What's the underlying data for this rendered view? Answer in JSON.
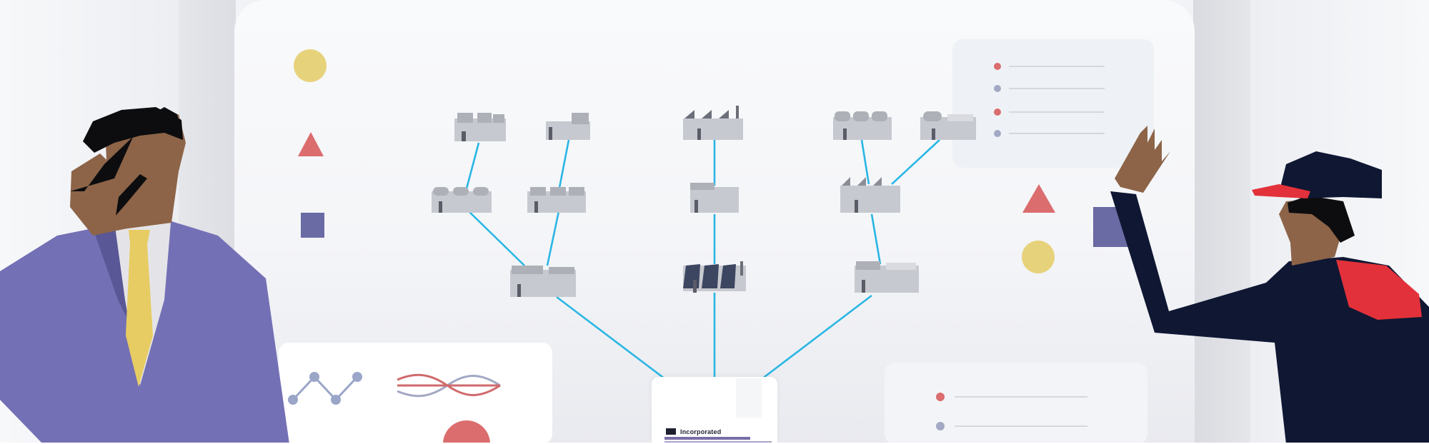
{
  "scene": {
    "hub_label": "Incorporated"
  },
  "colors": {
    "network_line": "#29b6e4",
    "suit": "#7470b5",
    "tie": "#e7cc63",
    "skin": "#8d6448",
    "uniform": "#0f1733",
    "uniform_accent": "#e2313a",
    "shape_yellow": "#e7d27c",
    "shape_red": "#db6d6e",
    "shape_purple": "#6a6aa4"
  },
  "icons": [
    "facility-icon",
    "person-on-phone",
    "waving-worker",
    "checklist-icon",
    "line-chart-icon",
    "wave-chart-icon"
  ]
}
